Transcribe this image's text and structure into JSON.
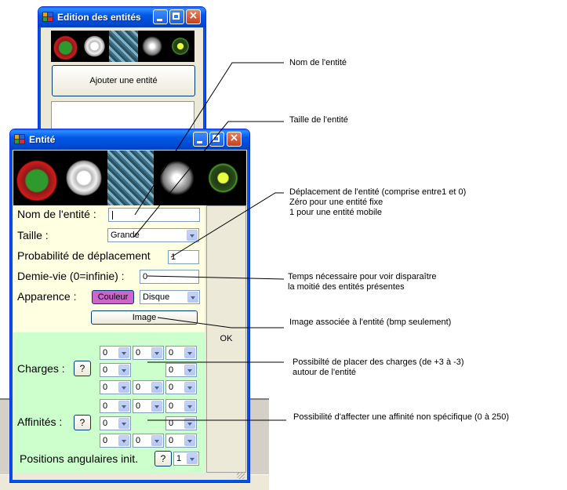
{
  "background_window": {
    "title": "Edition des entités",
    "add_button_label": "Ajouter une entité"
  },
  "dialog": {
    "title": "Entité",
    "name_label": "Nom de l'entité :",
    "name_value": "",
    "size_label": "Taille :",
    "size_value": "Grande",
    "move_label": "Probabilité de déplacement",
    "move_value": "1",
    "halflife_label": "Demie-vie (0=infinie) :",
    "halflife_value": "0",
    "appearance_label": "Apparence :",
    "color_button": "Couleur",
    "shape_value": "Disque",
    "image_button": "Image",
    "ok_button": "OK",
    "charges_label": "Charges :",
    "affinities_label": "Affinités :",
    "help_button": "?",
    "charges_values": [
      [
        "0",
        "0",
        "0"
      ],
      [
        "0",
        "",
        "0"
      ],
      [
        "0",
        "0",
        "0"
      ]
    ],
    "affinities_values": [
      [
        "0",
        "0",
        "0"
      ],
      [
        "0",
        "",
        "0"
      ],
      [
        "0",
        "0",
        "0"
      ]
    ],
    "angular_label": "Positions angulaires init.",
    "angular_value": "1"
  },
  "callouts": {
    "name": "Nom de l'entité",
    "size": "Taille de l'entité",
    "move_l1": "Déplacement de l'entité (comprise entre1 et 0)",
    "move_l2": "Zéro pour une entité fixe",
    "move_l3": "1 pour une entité mobile",
    "halflife_l1": "Temps nécessaire pour voir disparaître",
    "halflife_l2": "la moitié des entités présentes",
    "image": "Image associée à l'entité (bmp seulement)",
    "charges_l1": "Possibilté de placer des charges (de +3 à -3)",
    "charges_l2": "autour de l'entité",
    "affinity": "Possibilité d'affecter une affinité non spécifique (0 à 250)"
  },
  "colors": {
    "title_blue": "#0054e3",
    "form_yellow": "#ffffe1",
    "form_green": "#ccffcc",
    "color_button": "#cc66cc"
  }
}
